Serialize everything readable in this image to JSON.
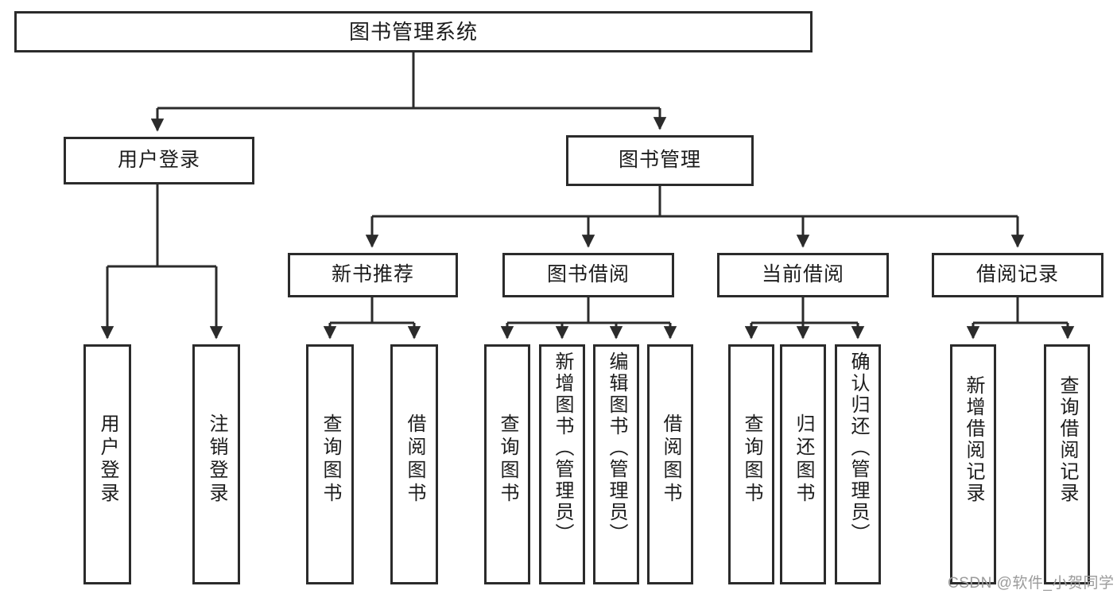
{
  "diagram": {
    "title": "图书管理系统",
    "type": "tree-hierarchy",
    "root": {
      "label": "图书管理系统"
    },
    "level2": [
      {
        "label": "用户登录"
      },
      {
        "label": "图书管理"
      }
    ],
    "level3": [
      {
        "label": "新书推荐"
      },
      {
        "label": "图书借阅"
      },
      {
        "label": "当前借阅"
      },
      {
        "label": "借阅记录"
      }
    ],
    "leaves": {
      "user_login": [
        {
          "label": "用户登录"
        },
        {
          "label": "注销登录"
        }
      ],
      "new_book_recommend": [
        {
          "label": "查询图书"
        },
        {
          "label": "借阅图书"
        }
      ],
      "book_borrow": [
        {
          "label": "查询图书"
        },
        {
          "label": "新增图书（管理员）"
        },
        {
          "label": "编辑图书（管理员）"
        },
        {
          "label": "借阅图书"
        }
      ],
      "current_borrow": [
        {
          "label": "查询图书"
        },
        {
          "label": "归还图书"
        },
        {
          "label": "确认归还（管理员）"
        }
      ],
      "borrow_record": [
        {
          "label": "新增借阅记录"
        },
        {
          "label": "查询借阅记录"
        }
      ]
    }
  },
  "watermark": {
    "text": "CSDN @软件_小贺同学"
  },
  "colors": {
    "stroke": "#2b2b2b",
    "background": "#ffffff",
    "text": "#1c1c1c",
    "watermark": "#9b9b9b"
  }
}
